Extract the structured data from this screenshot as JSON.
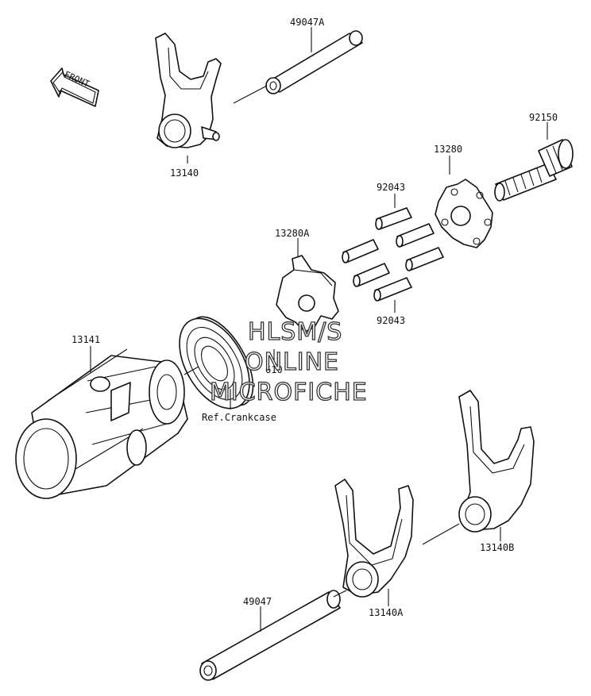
{
  "labels": {
    "shaft_upper": "49047A",
    "fork_upper": "13140",
    "bolt": "92150",
    "cam_plate": "13280",
    "pins_upper": "92043",
    "cam_plate_a": "13280A",
    "pins_lower": "92043",
    "drum": "13141",
    "bearing": "610",
    "ref_crankcase": "Ref.Crankcase",
    "shaft_lower": "49047",
    "fork_lower_a": "13140A",
    "fork_lower_b": "13140B"
  },
  "front_arrow": "FRONT",
  "watermark": {
    "line1": "HLSM/S",
    "line2": "ONLINE",
    "line3": "MICROFICHE"
  }
}
